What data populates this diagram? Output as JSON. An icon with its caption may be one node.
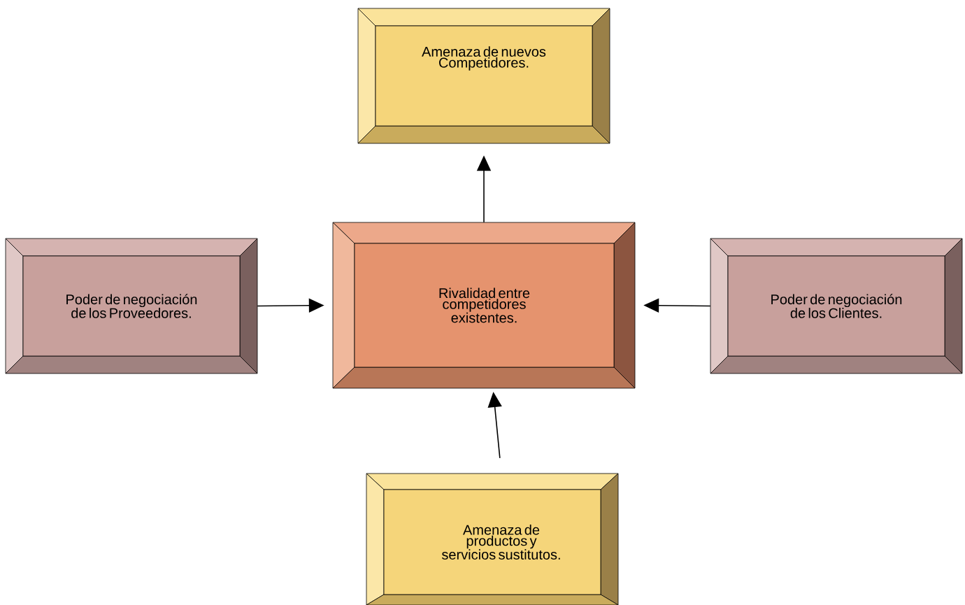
{
  "diagram": {
    "nodes": [
      {
        "text": [
          "Amenaza de nuevos Competidores."
        ]
      },
      {
        "text": [
          "Poder de negociación de los Proveedores."
        ]
      },
      {
        "text": [
          "Rivalidad entre competidores existentes."
        ]
      },
      {
        "text": [
          "Poder de negociación de los Clientes."
        ]
      },
      {
        "text": [
          "Amenaza de productos y servicios sustitutos."
        ]
      }
    ],
    "edges": [
      {
        "from": 2,
        "to": 0,
        "arrow": "to"
      },
      {
        "from": 1,
        "to": 2,
        "arrow": "to"
      },
      {
        "from": 3,
        "to": 2,
        "arrow": "to"
      },
      {
        "from": 4,
        "to": 2,
        "arrow": "to"
      }
    ]
  }
}
